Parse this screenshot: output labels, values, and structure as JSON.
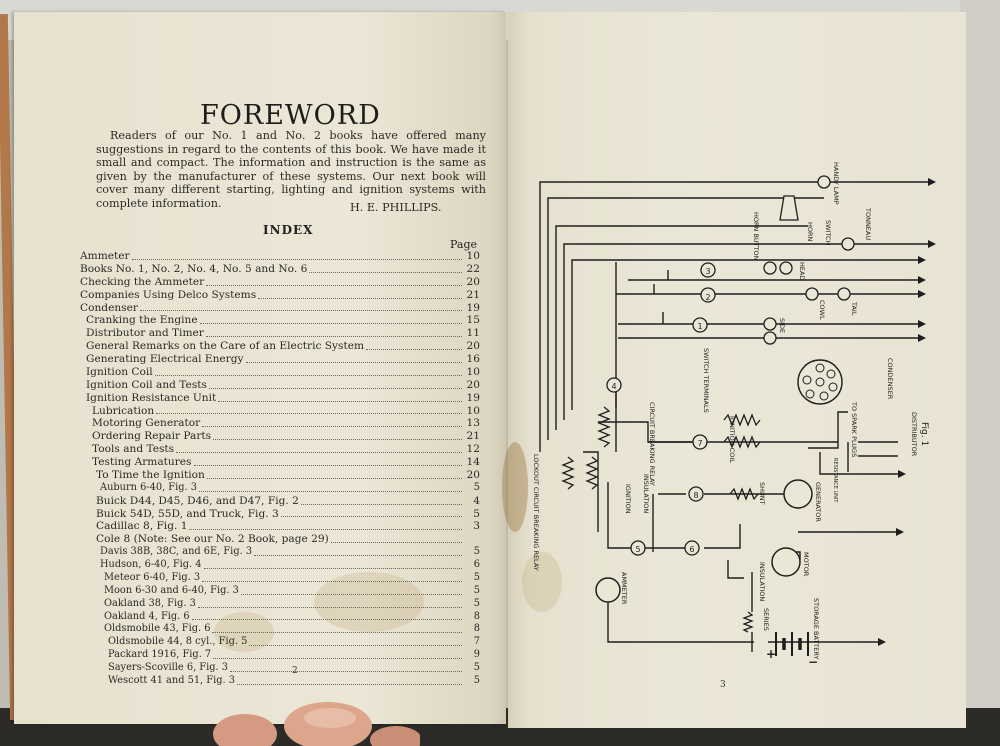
{
  "left_page": {
    "title": "FOREWORD",
    "foreword": "Readers of our No. 1 and No. 2 books have offered many suggestions in regard to the contents of this book. We have made it small and compact. The information and instruction is the same as given by the manufacturer of these systems. Our next book will cover many different starting, lighting and ignition systems with complete information.",
    "signature": "H. E. PHILLIPS.",
    "index_heading": "INDEX",
    "page_column_heading": "Page",
    "index": [
      {
        "label": "Ammeter",
        "page": "10",
        "level": 0
      },
      {
        "label": "Books No. 1, No. 2, No. 4, No. 5 and No. 6",
        "page": "22",
        "level": 0
      },
      {
        "label": "Checking the Ammeter",
        "page": "20",
        "level": 0
      },
      {
        "label": "Companies Using Delco Systems",
        "page": "21",
        "level": 0
      },
      {
        "label": "Condenser",
        "page": "19",
        "level": 0
      },
      {
        "label": "Cranking the Engine",
        "page": "15",
        "level": 1
      },
      {
        "label": "Distributor and Timer",
        "page": "11",
        "level": 1
      },
      {
        "label": "General Remarks on the Care of an Electric System",
        "page": "20",
        "level": 1
      },
      {
        "label": "Generating Electrical Energy",
        "page": "16",
        "level": 1
      },
      {
        "label": "Ignition Coil",
        "page": "10",
        "level": 1
      },
      {
        "label": "Ignition Coil and Tests",
        "page": "20",
        "level": 1
      },
      {
        "label": "Ignition Resistance Unit",
        "page": "19",
        "level": 1
      },
      {
        "label": "Lubrication",
        "page": "10",
        "level": 2
      },
      {
        "label": "Motoring Generator",
        "page": "13",
        "level": 2
      },
      {
        "label": "Ordering Repair Parts",
        "page": "21",
        "level": 2
      },
      {
        "label": "Tools and Tests",
        "page": "12",
        "level": 2
      },
      {
        "label": "Testing Armatures",
        "page": "14",
        "level": 2
      },
      {
        "label": "To Time the Ignition",
        "page": "20",
        "level": 3
      },
      {
        "label": "Auburn 6-40, Fig. 3",
        "page": "5",
        "level": 4
      },
      {
        "label": "Buick D44, D45, D46, and D47, Fig. 2",
        "page": "4",
        "level": 3
      },
      {
        "label": "Buick 54D, 55D, and Truck, Fig. 3",
        "page": "5",
        "level": 3
      },
      {
        "label": "Cadillac 8, Fig. 1",
        "page": "3",
        "level": 3
      },
      {
        "label": "Cole 8 (Note: See our No. 2 Book, page 29)",
        "page": "",
        "level": 3
      },
      {
        "label": "Davis 38B, 38C, and 6E, Fig. 3",
        "page": "5",
        "level": 4
      },
      {
        "label": "Hudson, 6-40, Fig. 4",
        "page": "6",
        "level": 4
      },
      {
        "label": "Meteor 6-40, Fig. 3",
        "page": "5",
        "level": 5
      },
      {
        "label": "Moon 6-30 and 6-40, Fig. 3",
        "page": "5",
        "level": 5
      },
      {
        "label": "Oakland 38, Fig. 3",
        "page": "5",
        "level": 5
      },
      {
        "label": "Oakland 4, Fig. 6",
        "page": "8",
        "level": 5
      },
      {
        "label": "Oldsmobile 43, Fig. 6",
        "page": "8",
        "level": 5
      },
      {
        "label": "Oldsmobile 44, 8 cyl., Fig. 5",
        "page": "7",
        "level": 6
      },
      {
        "label": "Packard 1916, Fig. 7",
        "page": "9",
        "level": 6
      },
      {
        "label": "Sayers-Scoville 6, Fig. 3",
        "page": "5",
        "level": 6
      },
      {
        "label": "Wescott 41 and 51, Fig. 3",
        "page": "5",
        "level": 6
      }
    ],
    "page_number": "2"
  },
  "right_page": {
    "page_number": "3",
    "diagram_labels": {
      "handy_lamp": "HANDY LAMP",
      "horn_button": "HORN BUTTON",
      "horn": "HORN",
      "switch": "SWITCH",
      "tonneau": "TONNEAU",
      "head": "HEAD",
      "cowl": "COWL",
      "tail": "TAIL",
      "side": "SIDE",
      "switch_terminals": "SWITCH TERMINALS",
      "circuit_breaking_relay": "CIRCUIT BREAKING RELAY",
      "ignition_coil": "IGNITION COIL",
      "to_spark_plugs": "TO SPARK PLUGS",
      "condenser": "CONDENSER",
      "distributor": "DISTRIBUTOR",
      "fig": "Fig. 1",
      "resistance_unit": "RESISTANCE UNIT",
      "lockout_circuit_breaking_relay": "LOCKOUT CIRCUIT BREAKING RELAY",
      "ignition": "IGNITION",
      "insulation_upper": "INSULATION",
      "shunt": "SHUNT",
      "generator": "GENERATOR",
      "insulation_lower": "INSULATION",
      "motor": "MOTOR",
      "ammeter": "AMMETER",
      "series": "SERIES",
      "storage_battery": "STORAGE BATTERY",
      "plus": "+",
      "minus": "−",
      "terminals": [
        "1",
        "2",
        "3",
        "4",
        "5",
        "6",
        "7",
        "8"
      ]
    }
  }
}
